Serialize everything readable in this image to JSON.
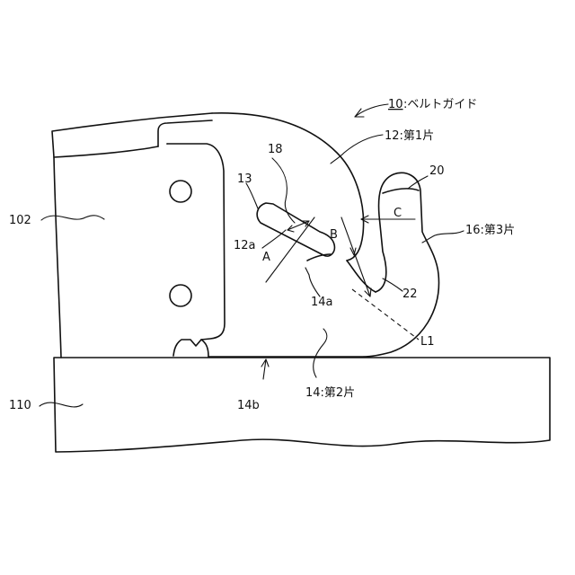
{
  "labels": {
    "belt_guide": "10",
    "belt_guide_name": ":ベルトガイド",
    "first_piece": "12:第1片",
    "second_piece": "14:第2片",
    "third_piece": "16:第3片",
    "n102": "102",
    "n110": "110",
    "n18": "18",
    "n13": "13",
    "n12a": "12a",
    "nA": "A",
    "nB": "B",
    "nC": "C",
    "n20": "20",
    "n22": "22",
    "n14a": "14a",
    "n14b": "14b",
    "nL1": "L1"
  }
}
